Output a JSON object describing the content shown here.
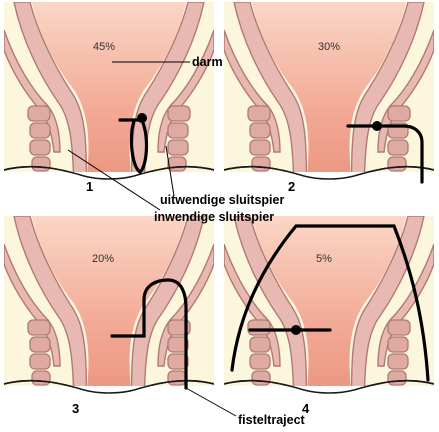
{
  "panels": [
    {
      "number": "1",
      "percent": "45%",
      "tract": "intersphincteric"
    },
    {
      "number": "2",
      "percent": "30%",
      "tract": "transsphincteric"
    },
    {
      "number": "3",
      "percent": "20%",
      "tract": "suprasphincteric"
    },
    {
      "number": "4",
      "percent": "5%",
      "tract": "extrasphincteric"
    }
  ],
  "labels": {
    "darm": "darm",
    "uitwendige": "uitwendige sluitspier",
    "inwendige": "inwendige sluitspier",
    "fisteltraject": "fisteltraject"
  },
  "colors": {
    "background": "#fbf6dc",
    "lumen": "#f0a088",
    "muscle": "#e8b9b2",
    "segment_fill": "#deaaa2",
    "outline": "#b07a74",
    "line": "#000000"
  }
}
